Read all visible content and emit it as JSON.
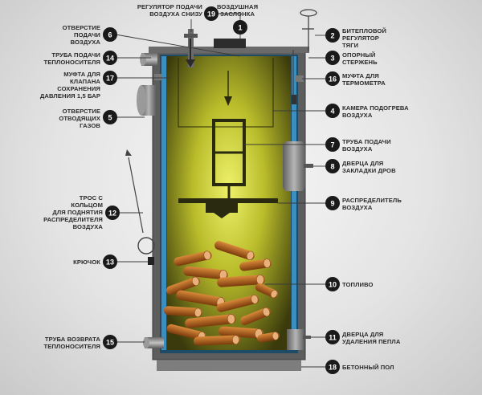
{
  "labels": {
    "1": [
      "ВОЗДУШНАЯ",
      "ЗАСЛОНКА"
    ],
    "2": [
      "БИТЕПЛОВОЙ",
      "РЕГУЛЯТОР",
      "ТЯГИ"
    ],
    "3": [
      "ОПОРНЫЙ",
      "СТЕРЖЕНЬ"
    ],
    "4": [
      "КАМЕРА ПОДОГРЕВА",
      "ВОЗДУХА"
    ],
    "5": [
      "ОТВЕРСТИЕ",
      "ОТВОДЯЩИХ",
      "ГАЗОВ"
    ],
    "6": [
      "ОТВЕРСТИЕ",
      "ПОДАЧИ",
      "ВОЗДУХА"
    ],
    "7": [
      "ТРУБА ПОДАЧИ",
      "ВОЗДУХА"
    ],
    "8": [
      "ДВЕРЦА ДЛЯ",
      "ЗАКЛАДКИ ДРОВ"
    ],
    "9": [
      "РАСПРЕДЕЛИТЕЛЬ",
      "ВОЗДУХА"
    ],
    "10": [
      "ТОПЛИВО"
    ],
    "11": [
      "ДВЕРЦА ДЛЯ",
      "УДАЛЕНИЯ ПЕПЛА"
    ],
    "12": [
      "ТРОС С",
      "КОЛЬЦОМ",
      "ДЛЯ ПОДНЯТИЯ",
      "РАСПРЕДЕЛИТЕЛЯ",
      "ВОЗДУХА"
    ],
    "13": [
      "КРЮЧОК"
    ],
    "14": [
      "ТРУБА ПОДАЧИ",
      "ТЕПЛОНОСИТЕЛЯ"
    ],
    "15": [
      "ТРУБА ВОЗВРАТА",
      "ТЕПЛОНОСИТЕЛЯ"
    ],
    "16": [
      "МУФТА ДЛЯ",
      "ТЕРМОМЕТРА"
    ],
    "17": [
      "МУФТА ДЛЯ",
      "КЛАПАНА",
      "СОХРАНЕНИЯ",
      "ДАВЛЕНИЯ 1,5 БАР"
    ],
    "18": [
      "БЕТОННЫЙ ПОЛ"
    ],
    "19": [
      "РЕГУЛЯТОР ПОДАЧИ",
      "ВОЗДУХА СНИЗУ"
    ]
  },
  "colors": {
    "badge": "#1a1a1a",
    "body_glow": "#d8dc3a",
    "body_dark": "#4a4a12",
    "water_jacket": "#3a8fc0",
    "wood": "#b5651d",
    "steel": "#8a8a8a"
  }
}
